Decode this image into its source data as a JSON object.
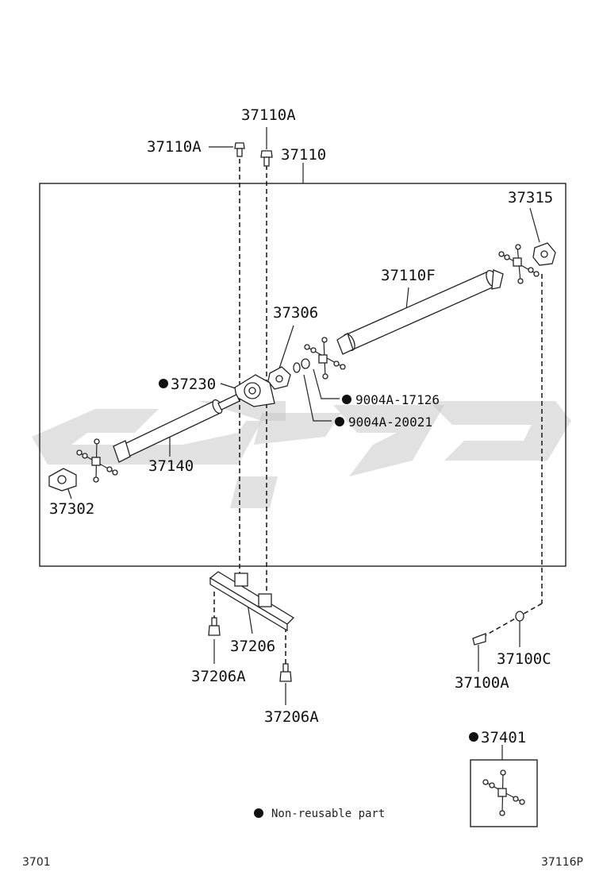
{
  "labels": {
    "p37110A_top": "37110A",
    "p37110A_left": "37110A",
    "p37110": "37110",
    "p37315": "37315",
    "p37110F": "37110F",
    "p37306": "37306",
    "p37230": "37230",
    "p9004A_17126": "9004A-17126",
    "p9004A_20021": "9004A-20021",
    "p37140": "37140",
    "p37302": "37302",
    "p37206": "37206",
    "p37206A_left": "37206A",
    "p37206A_bottom": "37206A",
    "p37100C": "37100C",
    "p37100A": "37100A",
    "p37401": "37401"
  },
  "legend": {
    "text": "Non-reusable part"
  },
  "footer": {
    "left": "3701",
    "right": "37116P"
  },
  "non_reusable_marker": "black-dot-icon"
}
